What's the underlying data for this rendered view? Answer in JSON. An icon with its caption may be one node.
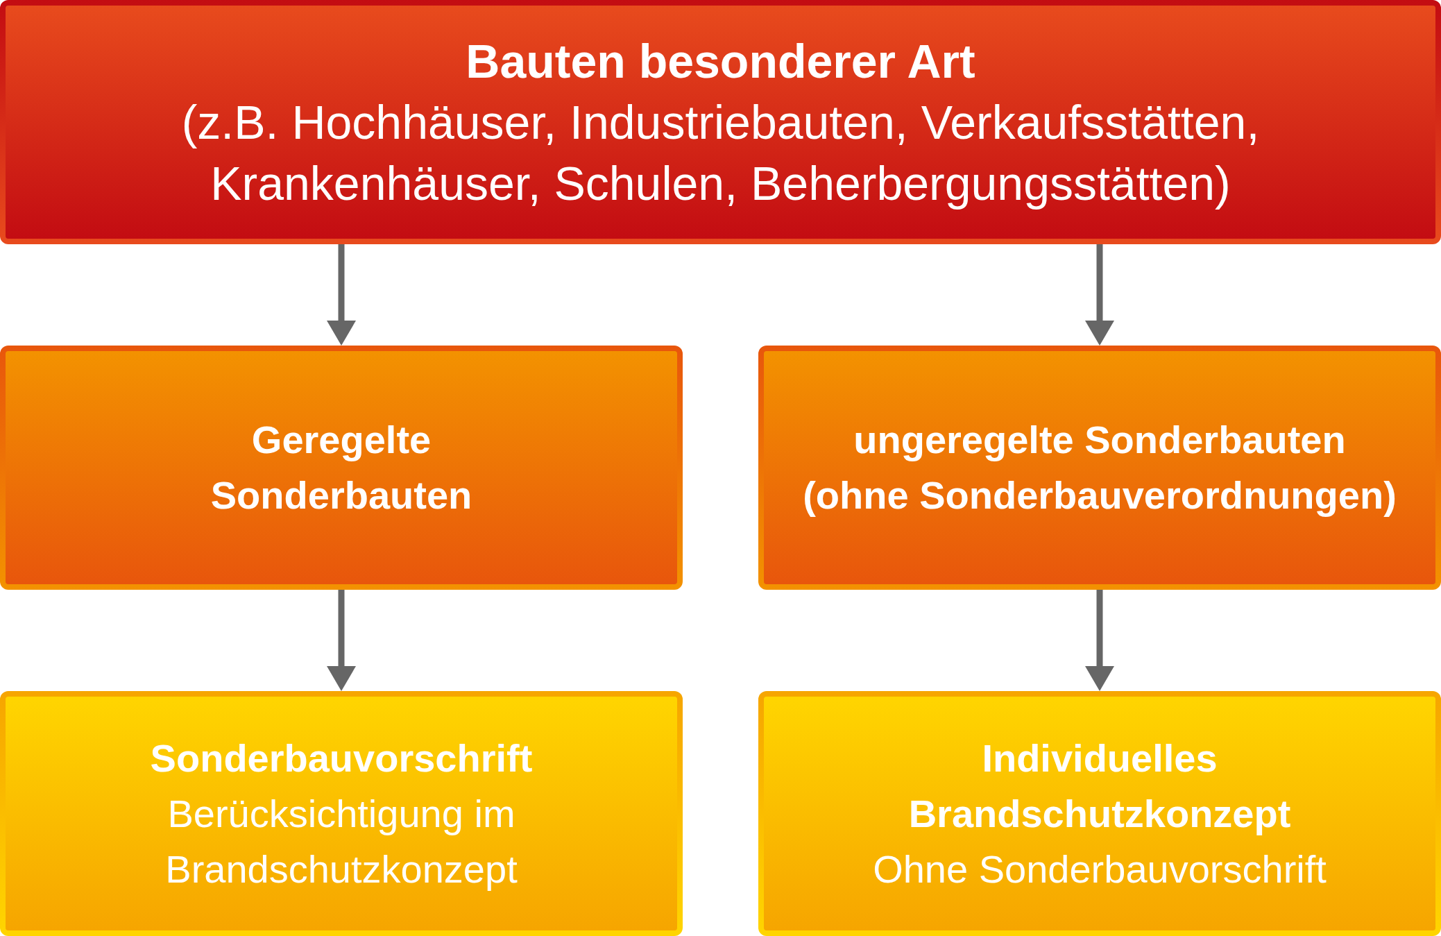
{
  "diagram": {
    "nodes": [
      {
        "text": [
          "Bauten besonderer Art",
          "(z.B. Hochhäuser, Industriebauten, Verkaufsstätten, Krankenhäuser, Schulen, Beherbergungsstätten)"
        ]
      },
      {
        "text": [
          "Geregelte Sonderbauten"
        ]
      },
      {
        "text": [
          "ungeregelte Sonderbauten",
          "(ohne Sonderbauverordnungen)"
        ]
      },
      {
        "text": [
          "Sonderbauvorschrift",
          "Berücksichtigung im Brandschutzkonzept"
        ]
      },
      {
        "text": [
          "Individuelles Brandschutzkonzept",
          "Ohne Sonderbauvorschrift"
        ]
      }
    ],
    "edges": [
      {
        "from": 0,
        "to": 1,
        "arrow": "to"
      },
      {
        "from": 0,
        "to": 2,
        "arrow": "to"
      },
      {
        "from": 1,
        "to": 3,
        "arrow": "to"
      },
      {
        "from": 2,
        "to": 4,
        "arrow": "to"
      }
    ]
  }
}
